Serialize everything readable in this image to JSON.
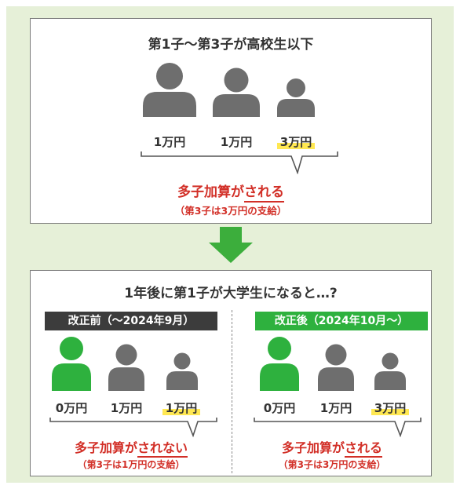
{
  "colors": {
    "background": "#e6f0d8",
    "person_gray": "#6e6e6e",
    "person_green": "#2eb13e",
    "result_red": "#d22f27",
    "highlight_yellow": "#ffe852",
    "tag_dark": "#3c3c3c",
    "tag_green": "#2eb13e",
    "arrow_green": "#3cae3c"
  },
  "top": {
    "title": "第1子〜第3子が高校生以下",
    "amounts": [
      "1万円",
      "1万円",
      "3万円"
    ],
    "result_main_1": "多子加算が",
    "result_main_2": "される",
    "result_sub": "（第3子は3万円の支給）"
  },
  "arrow": {
    "icon": "down-arrow-icon"
  },
  "bottom": {
    "title": "1年後に第1子が大学生になると…?",
    "before": {
      "tag": "改正前（〜2024年9月）",
      "amounts": [
        "0万円",
        "1万円",
        "1万円"
      ],
      "result_main_1": "多子加算が",
      "result_main_2": "されない",
      "result_sub": "（第3子は1万円の支給）"
    },
    "after": {
      "tag": "改正後（2024年10月〜）",
      "amounts": [
        "0万円",
        "1万円",
        "3万円"
      ],
      "result_main_1": "多子加算が",
      "result_main_2": "される",
      "result_sub": "（第3子は3万円の支給）"
    }
  }
}
